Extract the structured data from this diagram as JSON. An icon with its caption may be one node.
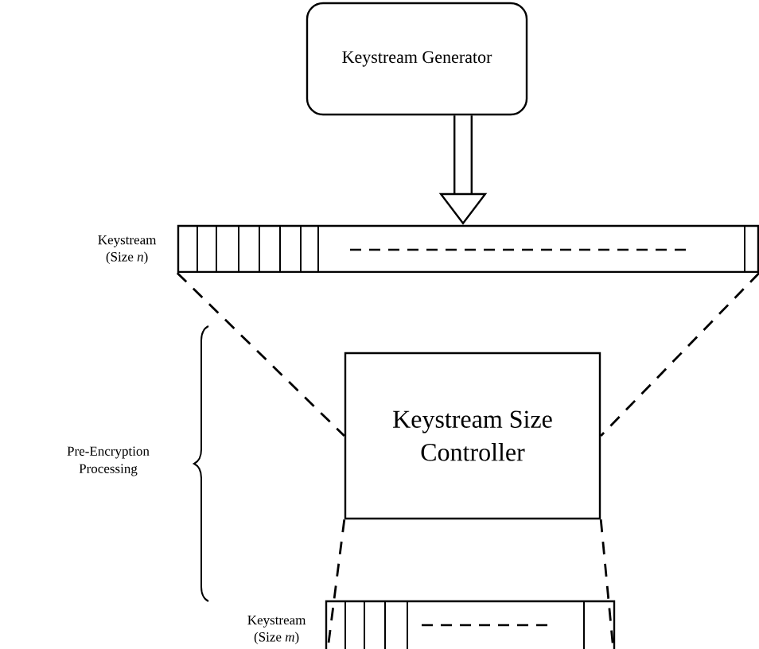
{
  "diagram": {
    "nodes": [
      {
        "text": [
          "Keystream Generator"
        ]
      },
      {
        "text": [],
        "shape": "bar",
        "beside": [
          "Keystream (Size *n*)"
        ]
      },
      {
        "text": [
          "Keystream Size Controller"
        ]
      },
      {
        "text": [],
        "shape": "bar",
        "beside": [
          "Keystream (Size *m*)"
        ]
      }
    ],
    "edges": [
      {
        "from": 0,
        "to": 1,
        "arrow": "to",
        "style": "thick"
      },
      {
        "from": 1,
        "to": 2,
        "arrow": "none",
        "style": "dashed"
      },
      {
        "from": 1,
        "to": 2,
        "arrow": "none",
        "style": "dashed"
      },
      {
        "from": 2,
        "to": 3,
        "arrow": "none",
        "style": "dashed"
      },
      {
        "from": 2,
        "to": 3,
        "arrow": "none",
        "style": "dashed"
      }
    ],
    "labels": [
      "Pre-Encryption Processing"
    ]
  }
}
